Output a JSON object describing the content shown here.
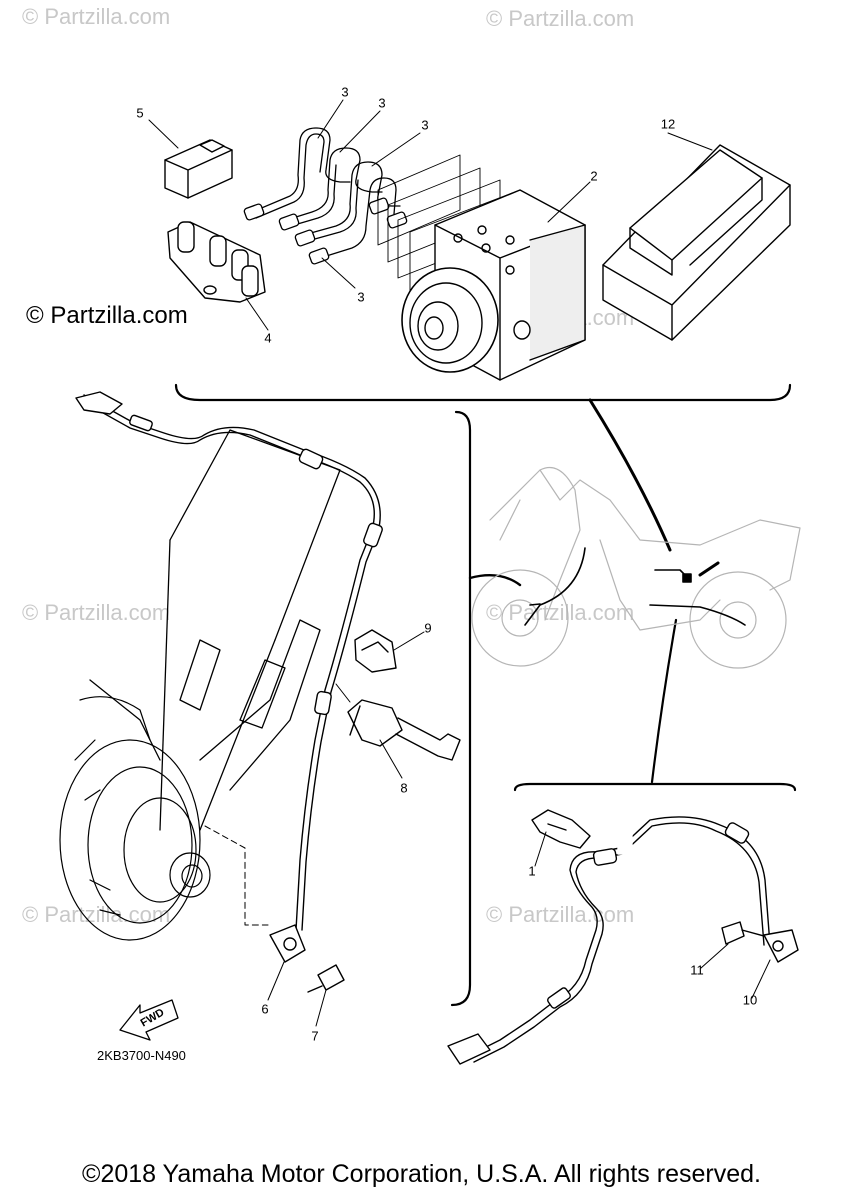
{
  "watermark_text": "© Partzilla.com",
  "credit_text": "© Partzilla.com",
  "diagram_code": "2KB3700-N490",
  "fwd_label": "FWD",
  "copyright": "©2018 Yamaha Motor Corporation, U.S.A. All rights reserved.",
  "callouts": {
    "c1": "1",
    "c2": "2",
    "c3a": "3",
    "c3b": "3",
    "c3c": "3",
    "c3d": "3",
    "c4": "4",
    "c5": "5",
    "c6": "6",
    "c7": "7",
    "c8": "8",
    "c9": "9",
    "c10": "10",
    "c11": "11",
    "c12": "12"
  }
}
